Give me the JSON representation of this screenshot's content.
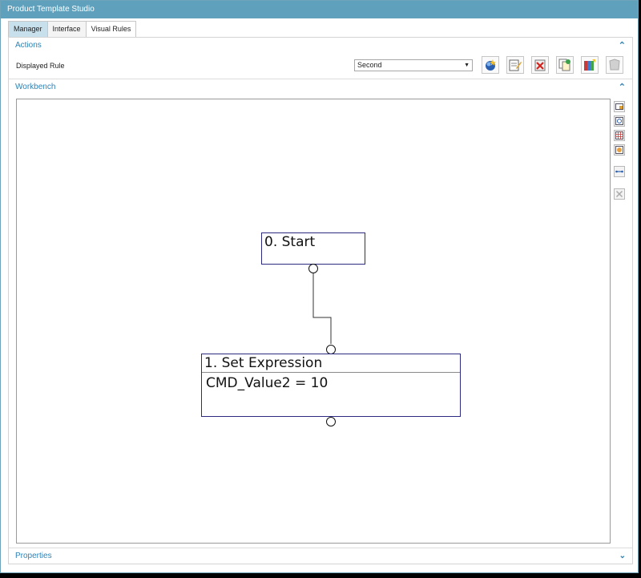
{
  "window": {
    "title": "Product Template Studio",
    "ghost_title": "NX  -  PTS_Visual_Rule_Model.prt"
  },
  "tabs": [
    {
      "label": "Manager"
    },
    {
      "label": "Interface"
    },
    {
      "label": "Visual Rules"
    }
  ],
  "actions": {
    "header": "Actions",
    "displayed_rule_label": "Displayed Rule",
    "displayed_rule_value": "Second",
    "buttons": [
      {
        "icon": "new-rule-icon"
      },
      {
        "icon": "edit-rule-icon"
      },
      {
        "icon": "delete-rule-icon"
      },
      {
        "icon": "copy-rule-icon"
      },
      {
        "icon": "rule-library-icon"
      },
      {
        "icon": "paste-rule-icon"
      }
    ]
  },
  "workbench": {
    "header": "Workbench",
    "side_tools": [
      {
        "icon": "zoom-fit-icon"
      },
      {
        "icon": "zoom-window-icon"
      },
      {
        "icon": "grid-icon"
      },
      {
        "icon": "refresh-view-icon"
      },
      {
        "icon": "connector-icon"
      },
      {
        "icon": "delete-icon"
      }
    ],
    "nodes": {
      "start": {
        "title": "0. Start"
      },
      "set_expression": {
        "title": "1. Set Expression",
        "body": "CMD_Value2 = 10"
      }
    }
  },
  "properties": {
    "header": "Properties"
  },
  "colors": {
    "titlebar": "#5fa1bd",
    "accent": "#2f82b4",
    "node_border": "#2d2a82"
  }
}
